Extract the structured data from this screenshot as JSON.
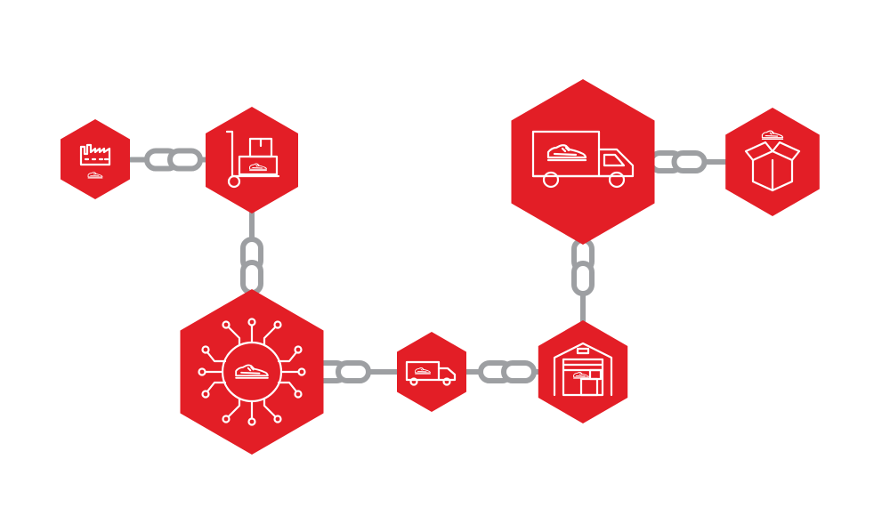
{
  "colors": {
    "hex": "#e31e26",
    "chain": "#9d9fa2",
    "icon": "#ffffff",
    "background": "#ffffff"
  },
  "nodes": [
    {
      "id": "factory",
      "icon": "factory-shoe-icon"
    },
    {
      "id": "hand-truck",
      "icon": "hand-truck-box-icon"
    },
    {
      "id": "digital-hub",
      "icon": "circuit-shoe-icon"
    },
    {
      "id": "small-truck",
      "icon": "delivery-truck-icon"
    },
    {
      "id": "warehouse",
      "icon": "warehouse-icon"
    },
    {
      "id": "big-truck",
      "icon": "delivery-truck-shoe-icon"
    },
    {
      "id": "package",
      "icon": "open-box-shoe-icon"
    }
  ],
  "links": [
    {
      "from": "factory",
      "to": "hand-truck"
    },
    {
      "from": "hand-truck",
      "to": "digital-hub"
    },
    {
      "from": "digital-hub",
      "to": "small-truck"
    },
    {
      "from": "small-truck",
      "to": "warehouse"
    },
    {
      "from": "warehouse",
      "to": "big-truck"
    },
    {
      "from": "big-truck",
      "to": "package"
    }
  ]
}
